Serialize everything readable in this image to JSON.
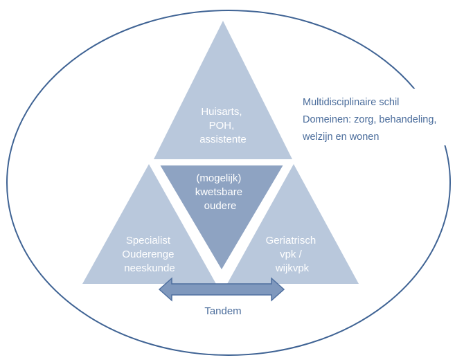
{
  "colors": {
    "ellipse_stroke": "#3f6394",
    "triangle_fill": "#b9c8dc",
    "center_fill": "#8ea3c2",
    "arrow_fill": "#7f98bd",
    "arrow_stroke": "#4f6f9f",
    "side_text": "#4a6c9b"
  },
  "top_triangle": {
    "lines": [
      "Huisarts,",
      "POH,",
      "assistente"
    ]
  },
  "left_triangle": {
    "lines": [
      "Specialist",
      "Ouderenge",
      "neeskunde"
    ]
  },
  "right_triangle": {
    "lines": [
      "Geriatrisch",
      "vpk /",
      "wijkvpk"
    ]
  },
  "center_triangle": {
    "lines": [
      "(mogelijk)",
      "kwetsbare",
      "oudere"
    ]
  },
  "side_label": {
    "lines": [
      "Multidisciplinaire schil",
      "Domeinen: zorg, behandeling,",
      "welzijn en wonen"
    ]
  },
  "tandem": {
    "label": "Tandem",
    "arrow_icon": "double-arrow-icon"
  }
}
